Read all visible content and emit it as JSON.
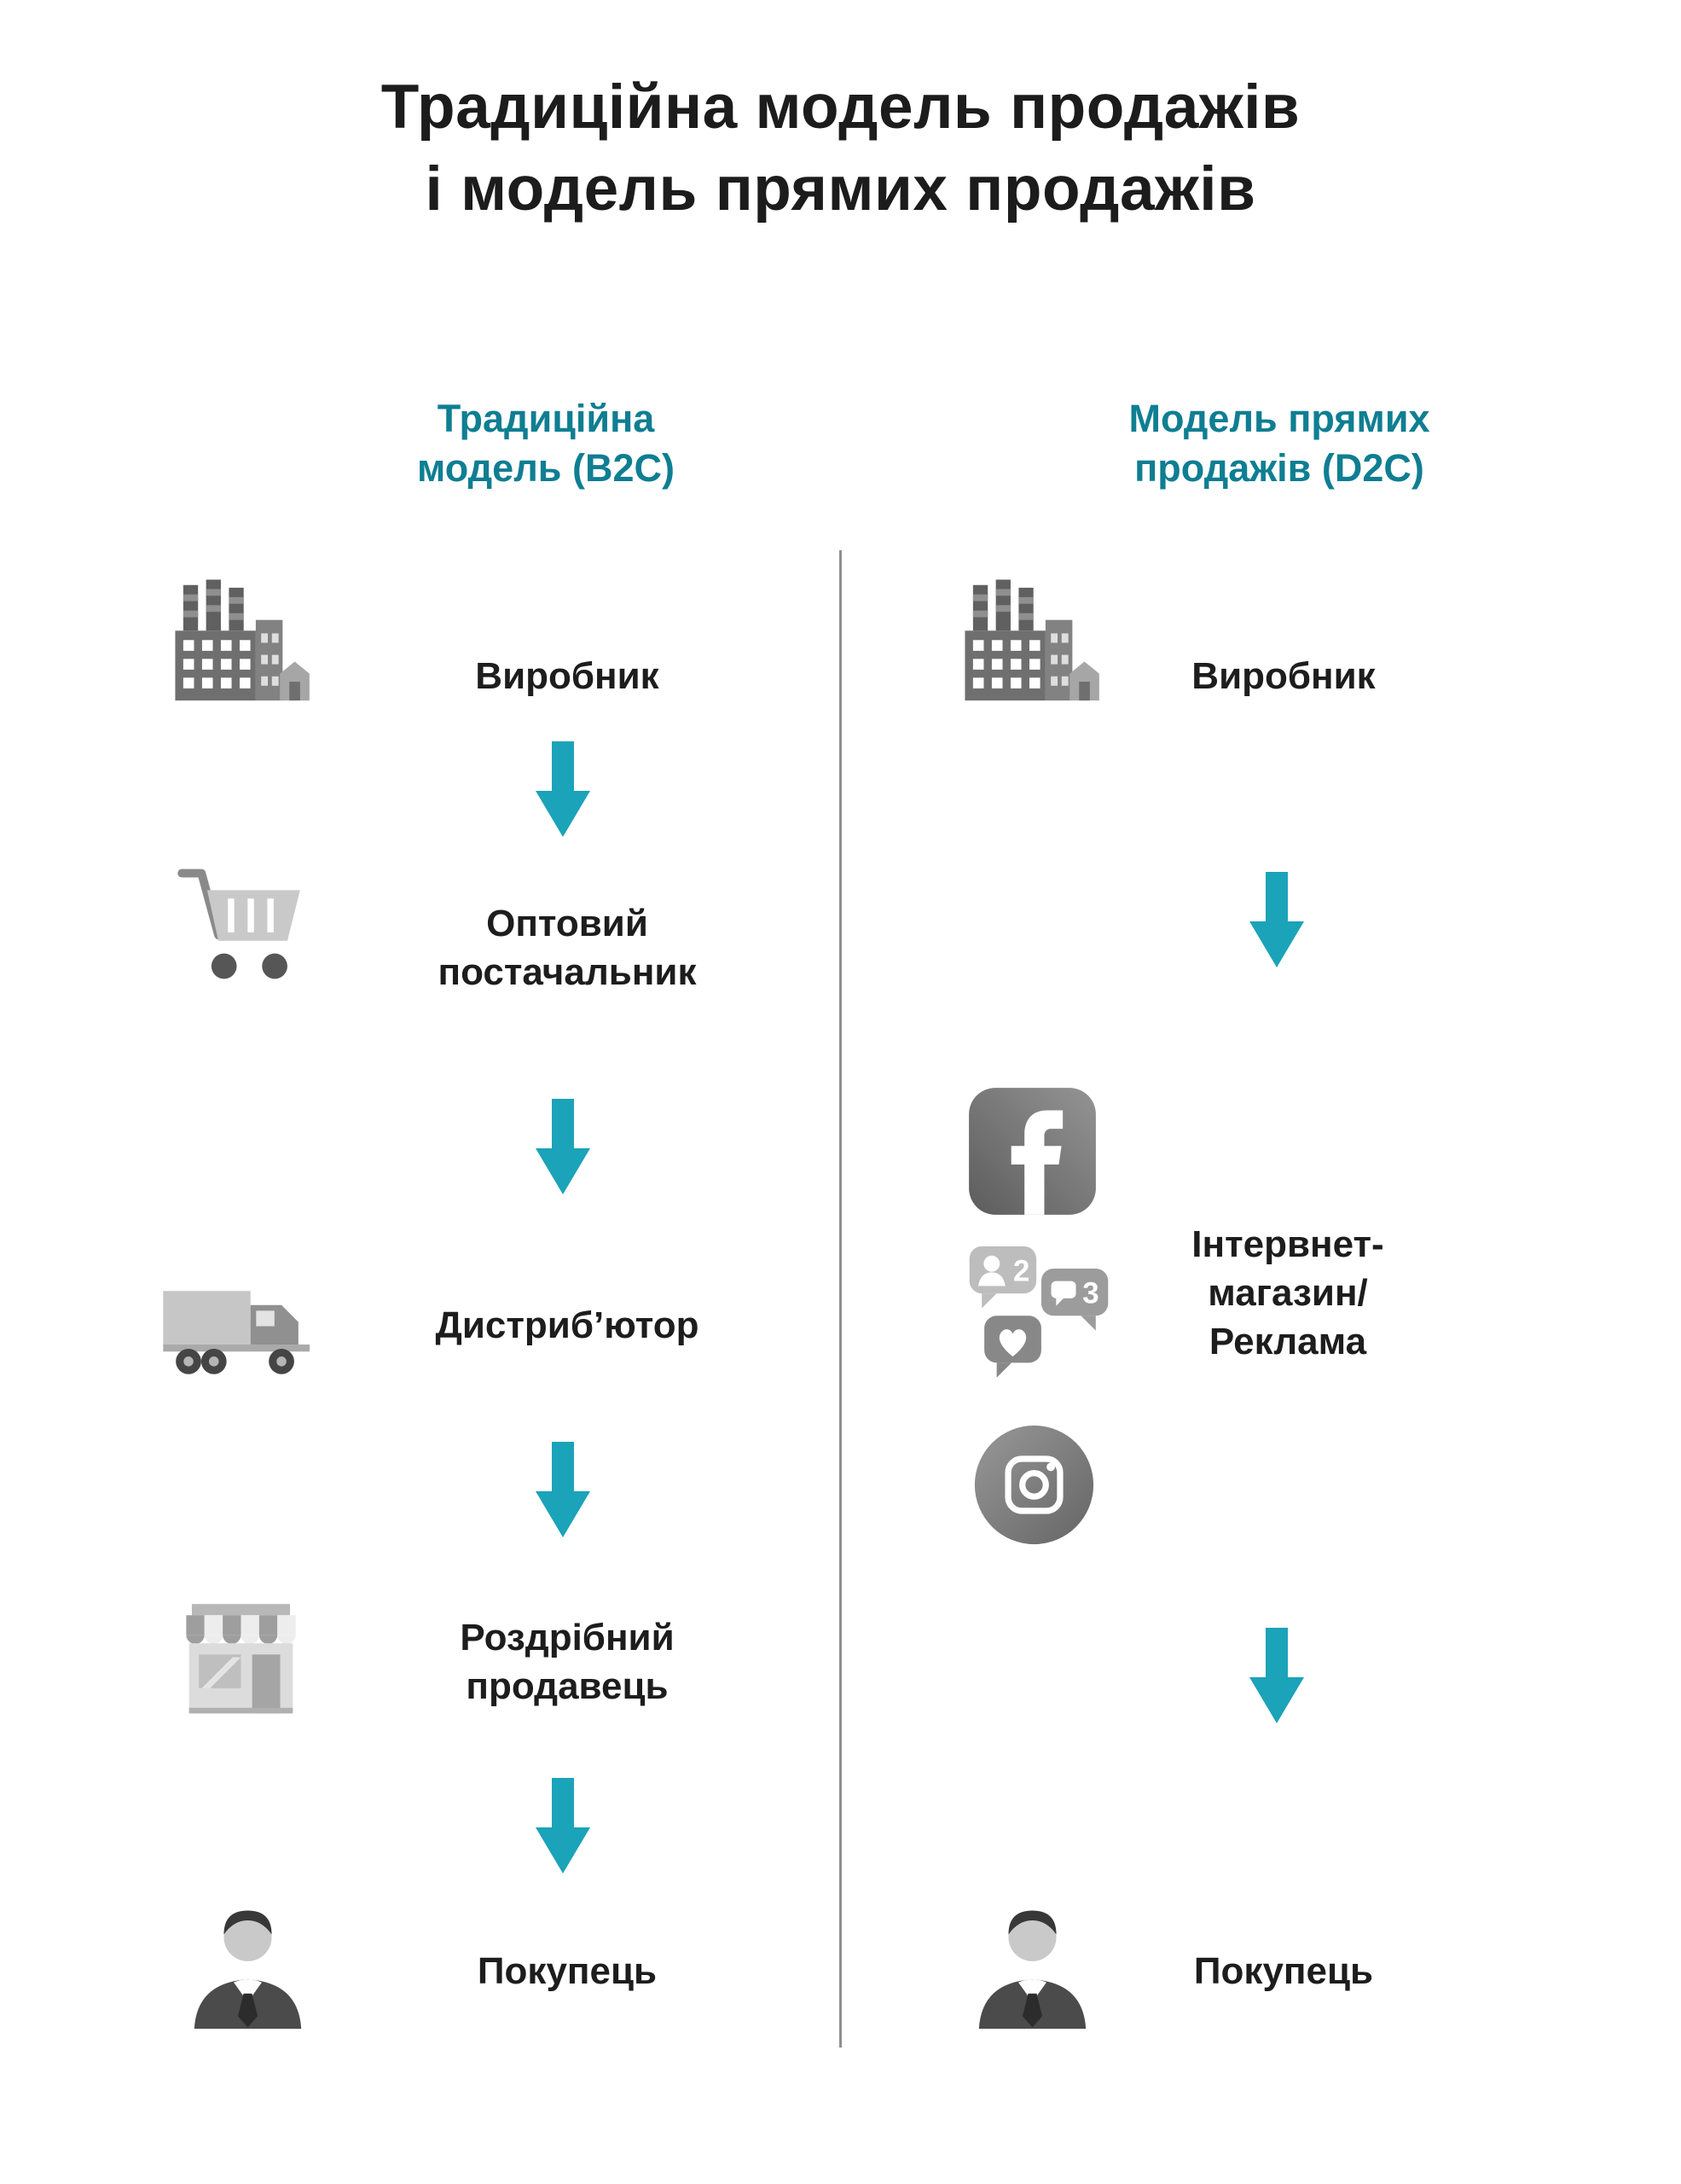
{
  "page": {
    "title": "Традиційна модель продажів\nі модель прямих продажів",
    "colors": {
      "header_teal": "#0f7e92",
      "arrow_teal": "#1ba3b9",
      "text_dark": "#1d1d1d",
      "divider_gray": "#8f8f8f"
    }
  },
  "left_column": {
    "header": "Традиційна\nмодель (B2C)",
    "steps": [
      {
        "icon": "factory-icon",
        "label": "Виробник"
      },
      {
        "icon": "shopping-cart-icon",
        "label": "Оптовий\nпостачальник"
      },
      {
        "icon": "delivery-truck-icon",
        "label": "Дистриб’ютор"
      },
      {
        "icon": "storefront-icon",
        "label": "Роздрібний\nпродавець"
      },
      {
        "icon": "buyer-person-icon",
        "label": "Покупець"
      }
    ]
  },
  "right_column": {
    "header": "Модель прямих\nпродажів (D2C)",
    "steps": [
      {
        "icon": "factory-icon",
        "label": "Виробник"
      },
      {
        "icons": [
          "facebook-icon",
          "social-notifications-icon",
          "instagram-icon"
        ],
        "label": "Інтервнет-\nмагазин/\nРеклама"
      },
      {
        "icon": "buyer-person-icon",
        "label": "Покупець"
      }
    ],
    "social": {
      "bubble_counts": [
        "2",
        "3"
      ]
    }
  }
}
